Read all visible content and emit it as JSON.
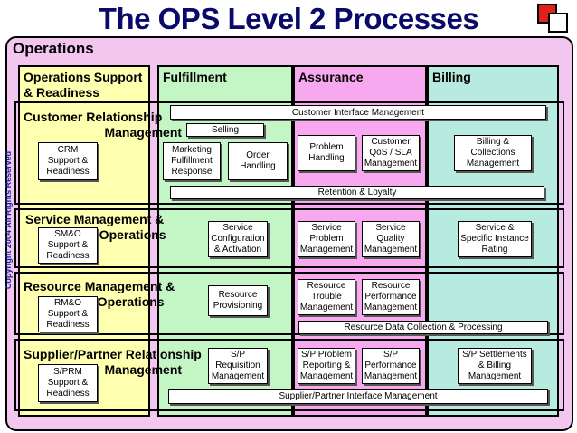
{
  "title": "The OPS Level 2 Processes",
  "operations_label": "Operations",
  "copyright": "Copyright 2004 All Rights Reserved",
  "colors": {
    "ops_bg": "#f2c6ee",
    "osr_col": "#ffffb0",
    "fulfillment_col": "#c4f5c4",
    "assurance_col": "#f7a8ef",
    "billing_col": "#b8ebe0",
    "title_color": "#0a0a6a",
    "logo_red": "#e0201a"
  },
  "columns": {
    "osr": "Operations Support\n& Readiness",
    "fulfillment": "Fulfillment",
    "assurance": "Assurance",
    "billing": "Billing"
  },
  "rows": {
    "crm": "Customer Relationship\n                       Management",
    "sm": "Service Management &\n                     Operations",
    "rm": "Resource Management &\n                     Operations",
    "sprm": "Supplier/Partner Relationship\n                       Management"
  },
  "boxes": {
    "crm_support": "CRM\nSupport &\nReadiness",
    "selling": "Selling",
    "marketing": "Marketing\nFulfillment\nResponse",
    "order_handling": "Order\nHandling",
    "problem_handling": "Problem\nHandling",
    "customer_qos": "Customer\nQoS / SLA\nManagement",
    "billing_collections": "Billing &\nCollections\nManagement",
    "smo_support": "SM&O\nSupport &\nReadiness",
    "service_config": "Service\nConfiguration\n& Activation",
    "service_problem": "Service\nProblem\nManagement",
    "service_quality": "Service\nQuality\nManagement",
    "service_rating": "Service &\nSpecific Instance\nRating",
    "rmo_support": "RM&O\nSupport &\nReadiness",
    "resource_provisioning": "Resource\nProvisioning",
    "resource_trouble": "Resource\nTrouble\nManagement",
    "resource_performance": "Resource\nPerformance\nManagement",
    "sprm_support": "S/PRM\nSupport &\nReadiness",
    "sp_requisition": "S/P\nRequisition\nManagement",
    "sp_problem": "S/P Problem\nReporting &\nManagement",
    "sp_performance": "S/P\nPerformance\nManagement",
    "sp_settlements": "S/P Settlements\n& Billing\nManagement"
  },
  "bars": {
    "customer_interface": "Customer Interface Management",
    "retention": "Retention & Loyalty",
    "resource_data": "Resource Data Collection & Processing",
    "supplier_interface": "Supplier/Partner Interface Management"
  }
}
